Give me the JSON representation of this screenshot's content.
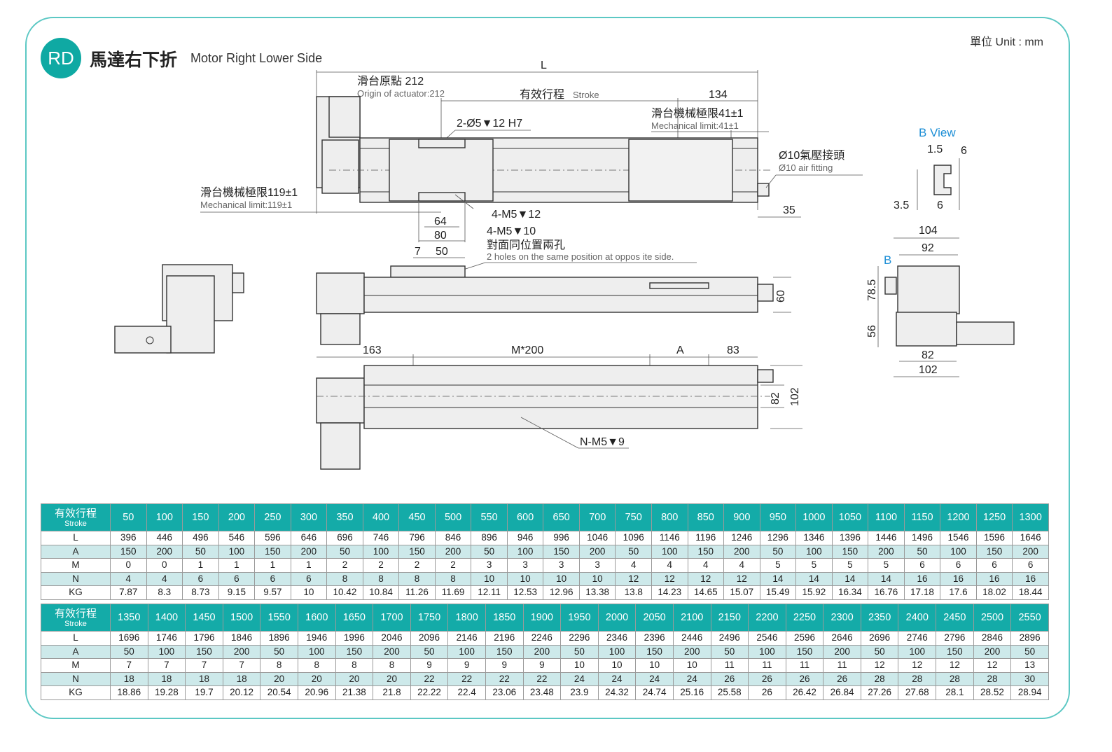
{
  "header": {
    "badge": "RD",
    "title_zh": "馬達右下折",
    "title_en": "Motor Right Lower Side",
    "unit": "單位 Unit : mm"
  },
  "drawing_labels": {
    "L": "L",
    "origin_zh": "滑台原點 212",
    "origin_en": "Origin of actuator:212",
    "stroke_zh": "有效行程",
    "stroke_en": "Stroke",
    "dim_134": "134",
    "mech_limit_right_zh": "滑台機械極限41±1",
    "mech_limit_right_en": "Mechanical limit:41±1",
    "hole_2": "2-Ø5▼12 H7",
    "air_zh": "Ø10氣壓接頭",
    "air_en": "Ø10 air fitting",
    "mech_limit_left_zh": "滑台機械極限119±1",
    "mech_limit_left_en": "Mechanical limit:119±1",
    "hole_4a": "4-M5▼12",
    "dim_64": "64",
    "dim_80": "80",
    "hole_4b": "4-M5▼10",
    "opposite_zh": "對面同位置兩孔",
    "opposite_en": "2 holes on the same position at oppos ite side.",
    "dim_35": "35",
    "dim_7": "7",
    "dim_50": "50",
    "dim_60": "60",
    "dim_163": "163",
    "dim_M200": "M*200",
    "dim_A": "A",
    "dim_83": "83",
    "dim_82": "82",
    "dim_102": "102",
    "hole_N": "N-M5▼9",
    "bview": "B View",
    "bv_15": "1.5",
    "bv_6a": "6",
    "bv_35": "3.5",
    "bv_6b": "6",
    "side_104": "104",
    "side_92": "92",
    "side_B": "B",
    "side_785": "78.5",
    "side_56": "56",
    "side_82": "82",
    "side_102": "102"
  },
  "table1": {
    "header_zh": "有效行程",
    "header_en": "Stroke",
    "strokes": [
      "50",
      "100",
      "150",
      "200",
      "250",
      "300",
      "350",
      "400",
      "450",
      "500",
      "550",
      "600",
      "650",
      "700",
      "750",
      "800",
      "850",
      "900",
      "950",
      "1000",
      "1050",
      "1100",
      "1150",
      "1200",
      "1250",
      "1300"
    ],
    "rows": [
      {
        "label": "L",
        "values": [
          "396",
          "446",
          "496",
          "546",
          "596",
          "646",
          "696",
          "746",
          "796",
          "846",
          "896",
          "946",
          "996",
          "1046",
          "1096",
          "1146",
          "1196",
          "1246",
          "1296",
          "1346",
          "1396",
          "1446",
          "1496",
          "1546",
          "1596",
          "1646"
        ]
      },
      {
        "label": "A",
        "values": [
          "150",
          "200",
          "50",
          "100",
          "150",
          "200",
          "50",
          "100",
          "150",
          "200",
          "50",
          "100",
          "150",
          "200",
          "50",
          "100",
          "150",
          "200",
          "50",
          "100",
          "150",
          "200",
          "50",
          "100",
          "150",
          "200"
        ]
      },
      {
        "label": "M",
        "values": [
          "0",
          "0",
          "1",
          "1",
          "1",
          "1",
          "2",
          "2",
          "2",
          "2",
          "3",
          "3",
          "3",
          "3",
          "4",
          "4",
          "4",
          "4",
          "5",
          "5",
          "5",
          "5",
          "6",
          "6",
          "6",
          "6"
        ]
      },
      {
        "label": "N",
        "values": [
          "4",
          "4",
          "6",
          "6",
          "6",
          "6",
          "8",
          "8",
          "8",
          "8",
          "10",
          "10",
          "10",
          "10",
          "12",
          "12",
          "12",
          "12",
          "14",
          "14",
          "14",
          "14",
          "16",
          "16",
          "16",
          "16"
        ]
      },
      {
        "label": "KG",
        "values": [
          "7.87",
          "8.3",
          "8.73",
          "9.15",
          "9.57",
          "10",
          "10.42",
          "10.84",
          "11.26",
          "11.69",
          "12.11",
          "12.53",
          "12.96",
          "13.38",
          "13.8",
          "14.23",
          "14.65",
          "15.07",
          "15.49",
          "15.92",
          "16.34",
          "16.76",
          "17.18",
          "17.6",
          "18.02",
          "18.44"
        ]
      }
    ]
  },
  "table2": {
    "header_zh": "有效行程",
    "header_en": "Stroke",
    "strokes": [
      "1350",
      "1400",
      "1450",
      "1500",
      "1550",
      "1600",
      "1650",
      "1700",
      "1750",
      "1800",
      "1850",
      "1900",
      "1950",
      "2000",
      "2050",
      "2100",
      "2150",
      "2200",
      "2250",
      "2300",
      "2350",
      "2400",
      "2450",
      "2500",
      "2550"
    ],
    "rows": [
      {
        "label": "L",
        "values": [
          "1696",
          "1746",
          "1796",
          "1846",
          "1896",
          "1946",
          "1996",
          "2046",
          "2096",
          "2146",
          "2196",
          "2246",
          "2296",
          "2346",
          "2396",
          "2446",
          "2496",
          "2546",
          "2596",
          "2646",
          "2696",
          "2746",
          "2796",
          "2846",
          "2896"
        ]
      },
      {
        "label": "A",
        "values": [
          "50",
          "100",
          "150",
          "200",
          "50",
          "100",
          "150",
          "200",
          "50",
          "100",
          "150",
          "200",
          "50",
          "100",
          "150",
          "200",
          "50",
          "100",
          "150",
          "200",
          "50",
          "100",
          "150",
          "200",
          "50"
        ]
      },
      {
        "label": "M",
        "values": [
          "7",
          "7",
          "7",
          "7",
          "8",
          "8",
          "8",
          "8",
          "9",
          "9",
          "9",
          "9",
          "10",
          "10",
          "10",
          "10",
          "11",
          "11",
          "11",
          "11",
          "12",
          "12",
          "12",
          "12",
          "13"
        ]
      },
      {
        "label": "N",
        "values": [
          "18",
          "18",
          "18",
          "18",
          "20",
          "20",
          "20",
          "20",
          "22",
          "22",
          "22",
          "22",
          "24",
          "24",
          "24",
          "24",
          "26",
          "26",
          "26",
          "26",
          "28",
          "28",
          "28",
          "28",
          "30"
        ]
      },
      {
        "label": "KG",
        "values": [
          "18.86",
          "19.28",
          "19.7",
          "20.12",
          "20.54",
          "20.96",
          "21.38",
          "21.8",
          "22.22",
          "22.4",
          "23.06",
          "23.48",
          "23.9",
          "24.32",
          "24.74",
          "25.16",
          "25.58",
          "26",
          "26.42",
          "26.84",
          "27.26",
          "27.68",
          "28.1",
          "28.52",
          "28.94"
        ]
      }
    ]
  }
}
